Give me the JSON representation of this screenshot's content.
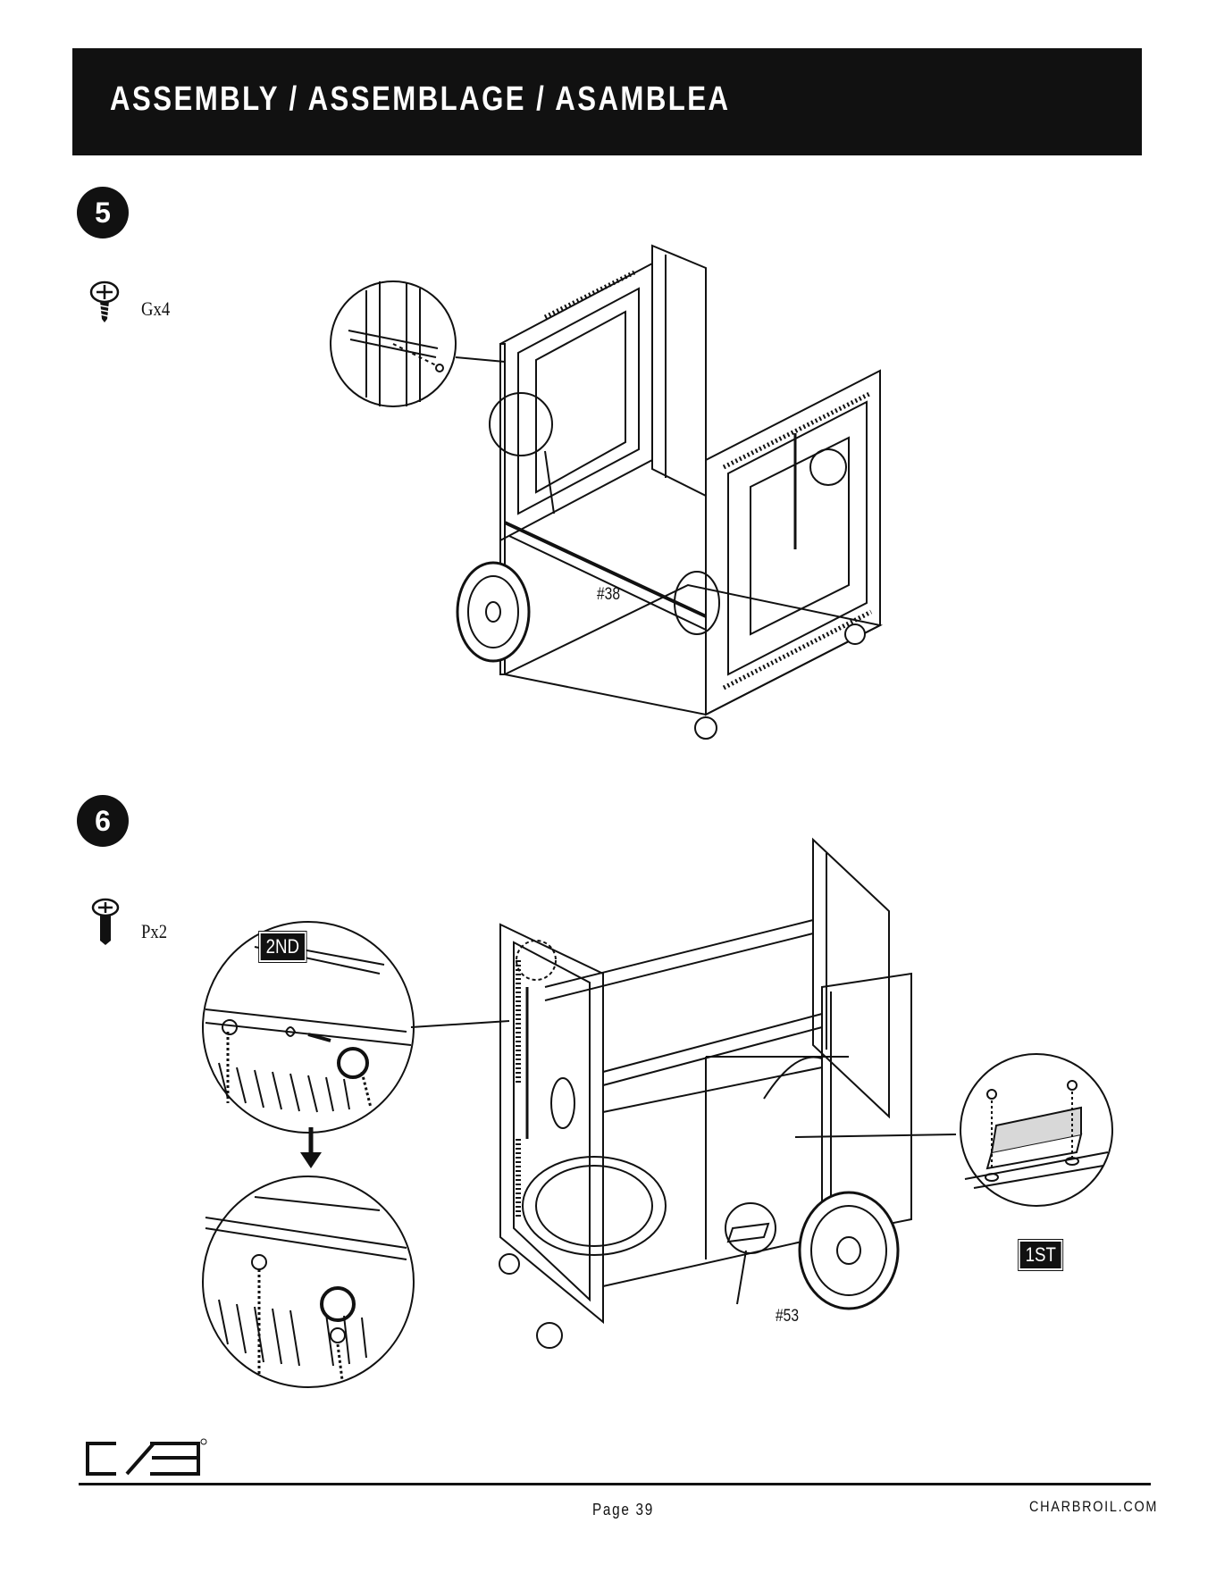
{
  "header": {
    "title": "ASSEMBLY / ASSEMBLAGE / ASAMBLEA"
  },
  "step5": {
    "number": "5",
    "hardware_label": "Gx4",
    "part_label": "#38"
  },
  "step6": {
    "number": "6",
    "hardware_label": "Px2",
    "order_second": "2ND",
    "order_first": "1ST",
    "part_label": "#53"
  },
  "footer": {
    "page": "Page 39",
    "website": "CHARBROIL.COM"
  }
}
